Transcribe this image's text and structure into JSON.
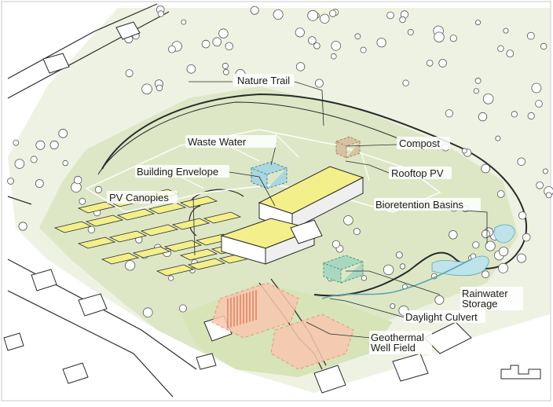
{
  "labels": {
    "nature_trail": "Nature Trail",
    "waste_water": "Waste Water",
    "compost": "Compost",
    "building_envelope": "Building Envelope",
    "rooftop_pv": "Rooftop PV",
    "pv_canopies": "PV Canopies",
    "bioretention_basins": "Bioretention Basins",
    "rainwater_storage_line1": "Rainwater",
    "rainwater_storage_line2": "Storage",
    "daylight_culvert": "Daylight Culvert",
    "geothermal_line1": "Geothermal",
    "geothermal_line2": "Well Field"
  },
  "colors": {
    "grass": "#dde7c6",
    "woods": "#eef2e2",
    "pv_yellow": "#f3ef8a",
    "water_blue": "#a9d7df",
    "geothermal_orange": "#f08a66",
    "compost_tan": "#d8c2a3",
    "rainwater_green": "#a9d8c0",
    "outline": "#2a2a2a"
  },
  "icons": {
    "north_arrow": "building-north-icon"
  }
}
